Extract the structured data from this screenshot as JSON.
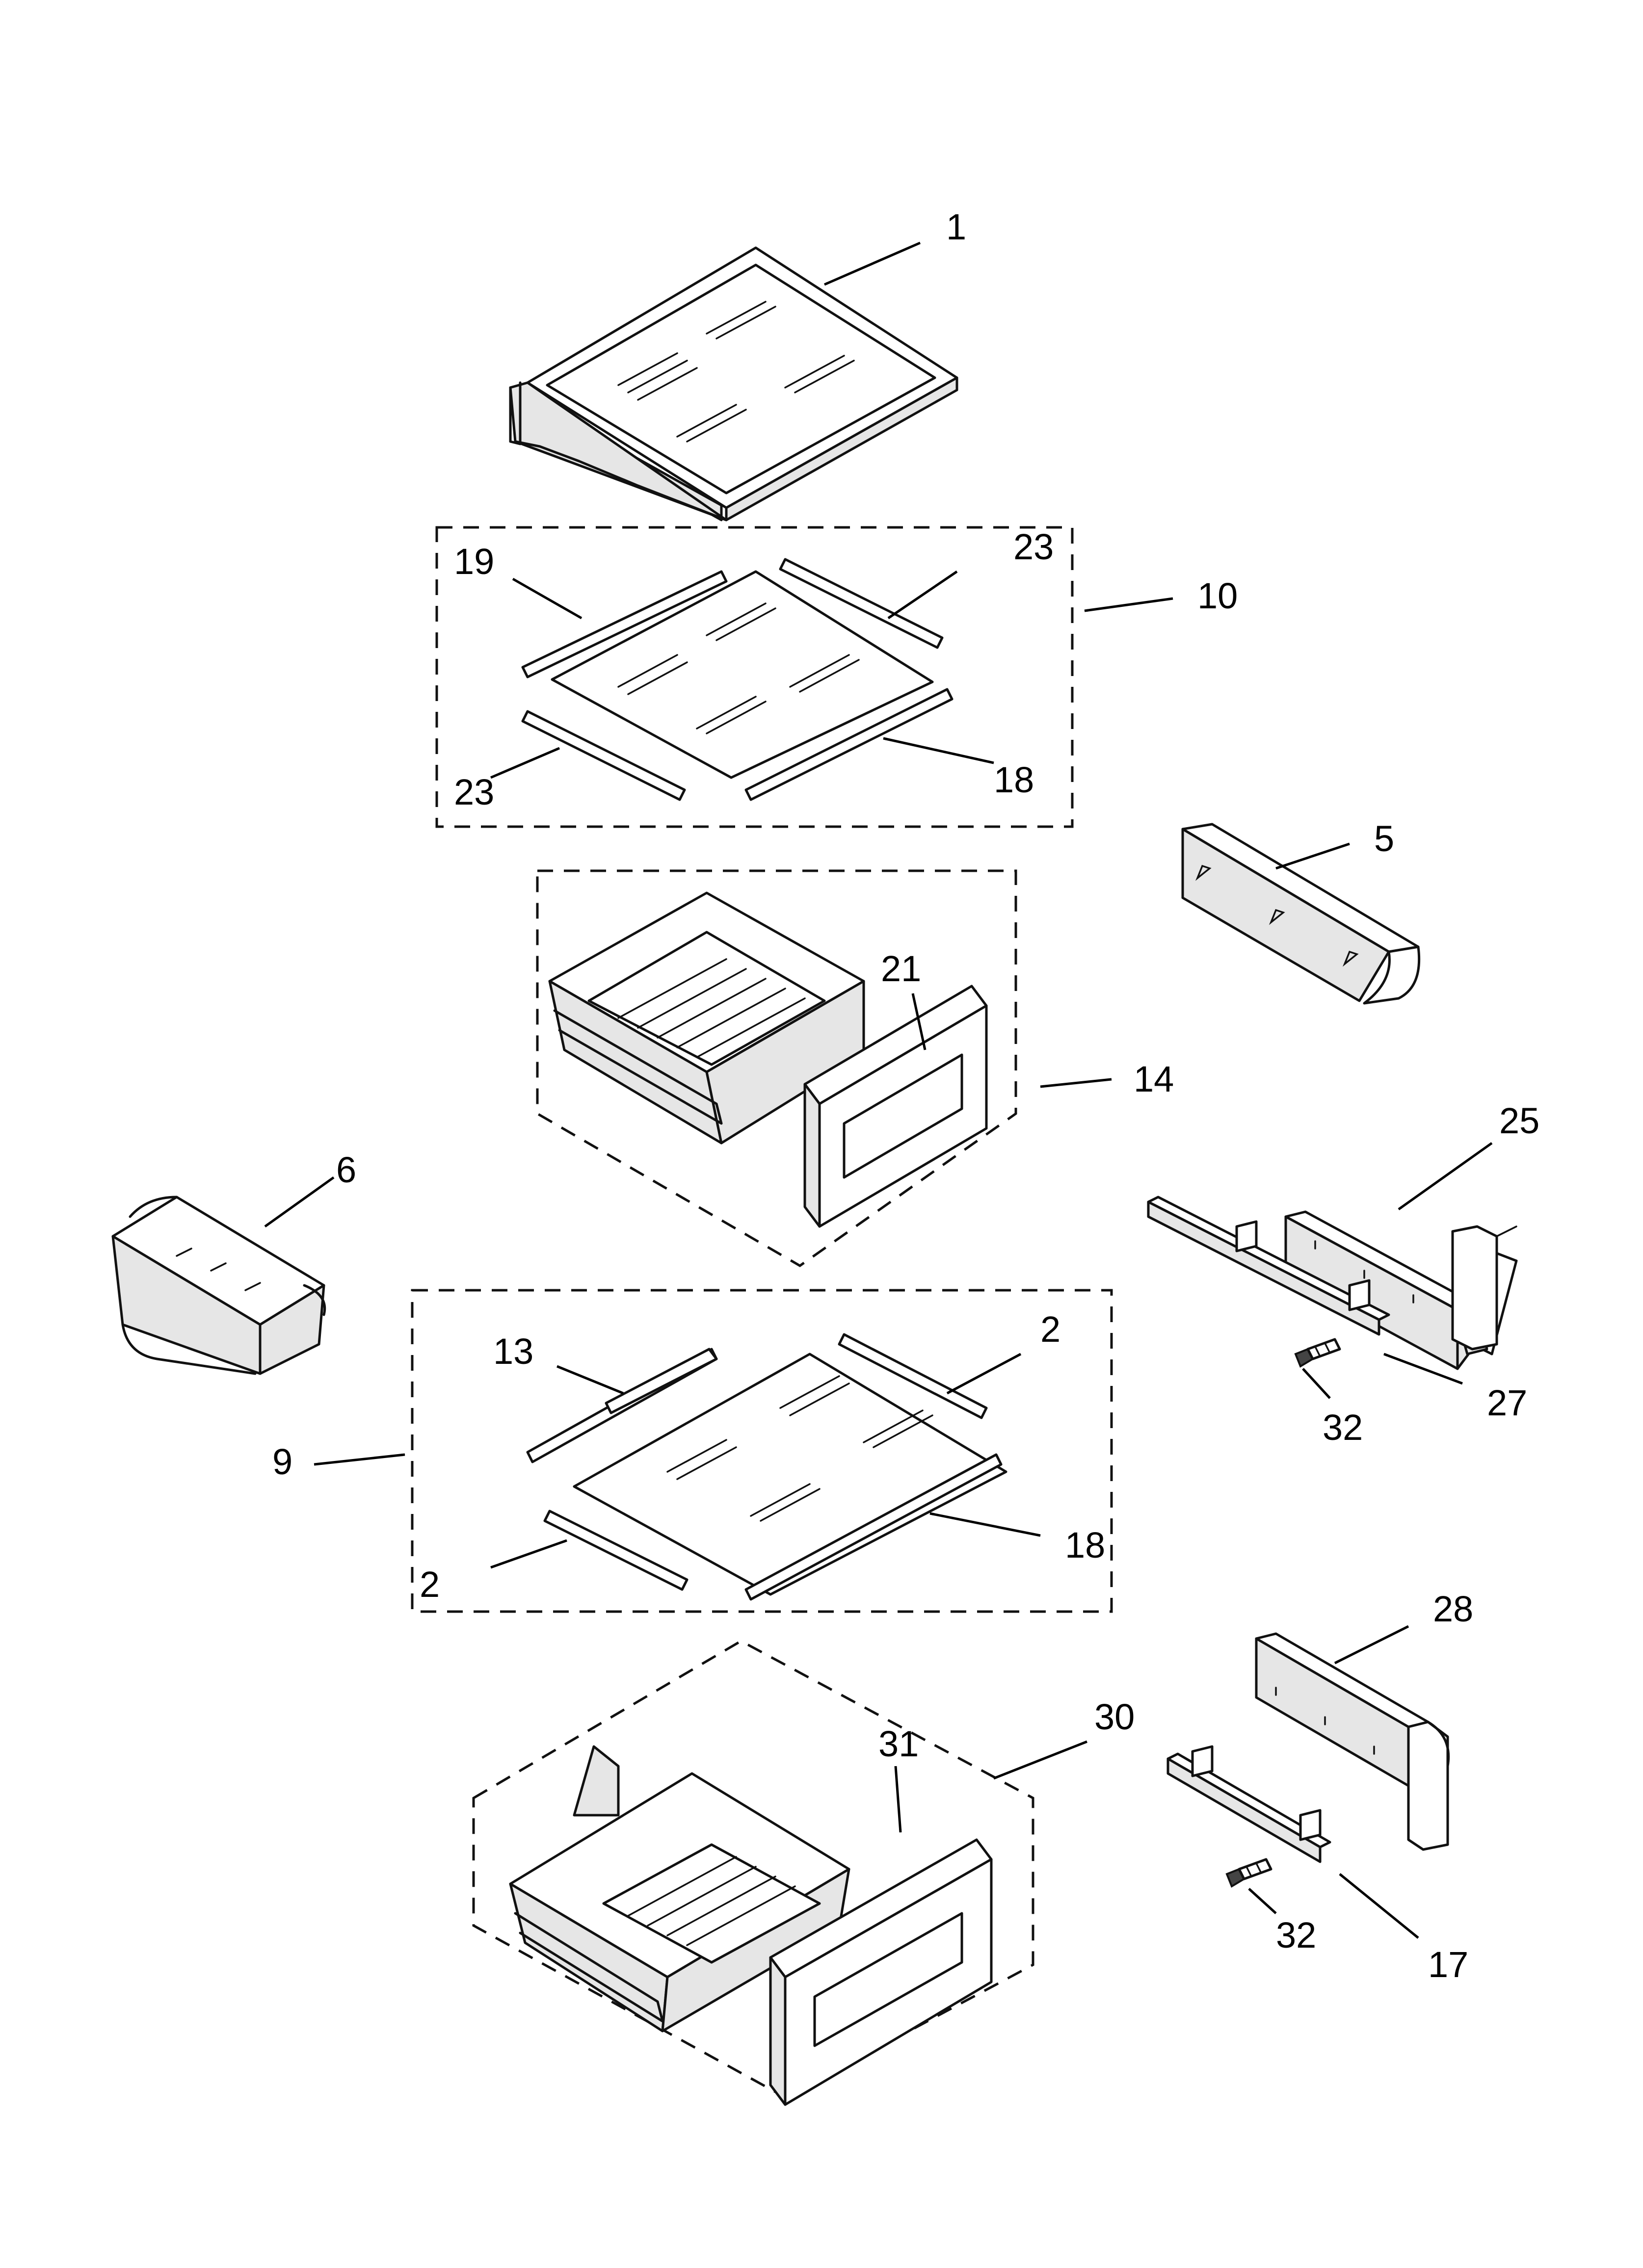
{
  "callouts": [
    "1",
    "19",
    "23",
    "10",
    "23",
    "18",
    "5",
    "21",
    "14",
    "25",
    "6",
    "13",
    "2",
    "27",
    "32",
    "9",
    "18",
    "2",
    "28",
    "30",
    "31",
    "32",
    "17"
  ]
}
